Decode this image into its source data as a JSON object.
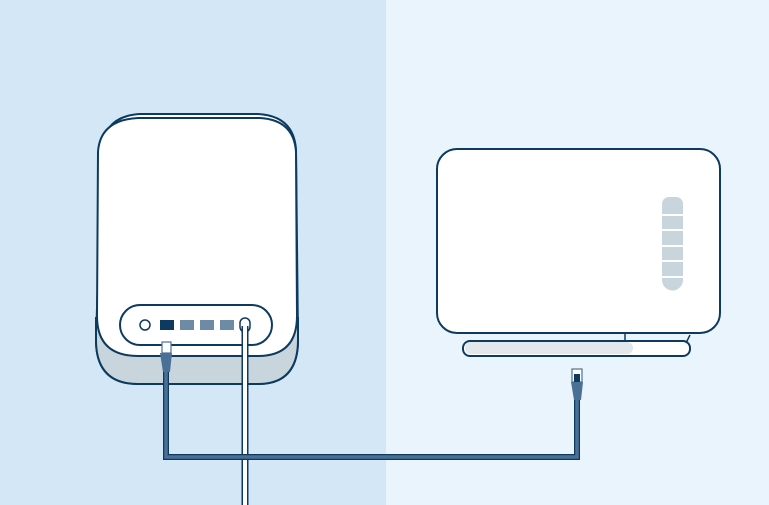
{
  "colors": {
    "left_background": "#d3e7f7",
    "right_background": "#eaf4fd",
    "outline": "#0d3a5f",
    "cable": "#4b7095",
    "device_gray": "#c9d5dd",
    "port_active": "#0d3a5f",
    "port_inactive": "#6d8aa6"
  },
  "illustration": {
    "router_ports": 4,
    "active_port_index": 0,
    "modem_indicator_lights": 5
  }
}
